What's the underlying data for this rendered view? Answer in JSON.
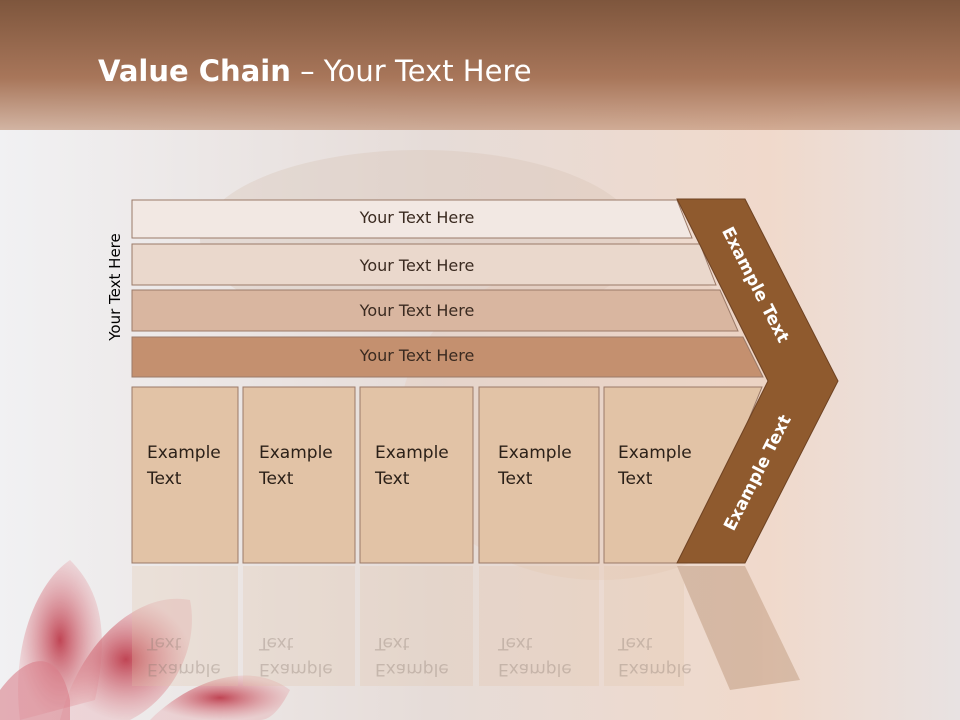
{
  "slide": {
    "title_bold": "Value Chain",
    "title_rest": " – Your Text Here",
    "side_label": "Your Text Here"
  },
  "bars": [
    {
      "label": "Your Text Here",
      "color": "#f2e8e3"
    },
    {
      "label": "Your Text Here",
      "color": "#ead8cc"
    },
    {
      "label": "Your Text Here",
      "color": "#d9b6a0"
    },
    {
      "label": "Your Text Here",
      "color": "#c4906f"
    }
  ],
  "boxes": [
    {
      "label": "Example\nText"
    },
    {
      "label": "Example\nText"
    },
    {
      "label": "Example\nText"
    },
    {
      "label": "Example\nText"
    },
    {
      "label": "Example\nText"
    }
  ],
  "arrow": {
    "upper_label": "Example Text",
    "lower_label": "Example Text",
    "color": "#8f5a2e"
  },
  "colors": {
    "box_fill": "#e2c3a6",
    "title_band": "#9a6a4c",
    "flower": "#c2384a"
  }
}
